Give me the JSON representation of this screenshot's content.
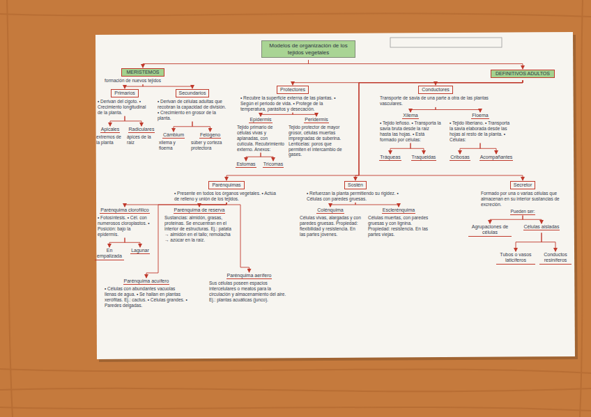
{
  "diagram": {
    "nodes": [
      {
        "text": [
          "Modelos de organización de los tejidos vegetales"
        ]
      },
      {
        "text": [
          "MERISTEMOS",
          "formación de nuevos tejidos"
        ]
      },
      {
        "text": [
          "DEFINITIVOS ADULTOS"
        ]
      },
      {
        "text": [
          "Primarios",
          "• Derivan del cigoto. • Crecimiento longitudinal de la planta."
        ]
      },
      {
        "text": [
          "Secundarios",
          "• Derivan de células adultas que recobran la capacidad de división. • Crecimiento en grosor de la planta."
        ]
      },
      {
        "text": [
          "Apicales",
          "extremos de la planta"
        ]
      },
      {
        "text": [
          "Radiculares",
          "ápices de la raíz"
        ]
      },
      {
        "text": [
          "Cámbium",
          "xilema y floema"
        ]
      },
      {
        "text": [
          "Felógeno",
          "súber y corteza protectora"
        ]
      },
      {
        "text": [
          "Protectores",
          "• Recubre la superficie externa de las plantas. • Según el periodo de vida. • Protege de la temperatura, parásitos y desecación."
        ]
      },
      {
        "text": [
          "Epidermis",
          "Tejido primario de células vivas y aplanadas, con cutícula. Recubrimiento externo. Anexos:"
        ]
      },
      {
        "text": [
          "Peridermis",
          "Tejido protector de mayor grosor, células muertas impregnadas de suberina. Lenticelas: poros que permiten el intercambio de gases."
        ]
      },
      {
        "text": [
          "Estomas"
        ]
      },
      {
        "text": [
          "Tricomas"
        ]
      },
      {
        "text": [
          "Conductores",
          "Transporte de savia de una parte a otra de las plantas vasculares."
        ]
      },
      {
        "text": [
          "Xilema",
          "• Tejido leñoso. • Transporta la savia bruta desde la raíz hasta las hojas. • Está formado por células:"
        ]
      },
      {
        "text": [
          "Floema",
          "• Tejido liberiano. • Transporta la savia elaborada desde las hojas al resto de la planta. • Células:"
        ]
      },
      {
        "text": [
          "Tráqueas"
        ]
      },
      {
        "text": [
          "Traqueidas"
        ]
      },
      {
        "text": [
          "Cribosas"
        ]
      },
      {
        "text": [
          "Acompañantes"
        ]
      },
      {
        "text": [
          "Parénquimas",
          "• Presente en todos los órganos vegetales. • Actúa de relleno y unión de los tejidos."
        ]
      },
      {
        "text": [
          "Parénquima clorofílico",
          "• Fotosíntesis. • Cél. con numerosos cloroplastos. • Posición: bajo la epidermis."
        ]
      },
      {
        "text": [
          "Parénquima de reserva",
          "Sustancias: almidón, grasas, proteínas. Se encuentran en el interior de estructuras. Ej.: patata → almidón en el tallo; remolacha → azúcar en la raíz."
        ]
      },
      {
        "text": [
          "Parénquima acuífero",
          "• Células con abundantes vacuolas llenas de agua. • Se hallan en plantas xerófitas. Ej.: cactus. • Células grandes. • Paredes delgadas."
        ]
      },
      {
        "text": [
          "Parénquima aerífero",
          "Sus células poseen espacios intercelulares o meatos para la circulación y almacenamiento del aire. Ej.: plantas acuáticas (junco)."
        ]
      },
      {
        "text": [
          "En empalizada"
        ]
      },
      {
        "text": [
          "Lagunar"
        ]
      },
      {
        "text": [
          "Sostén",
          "• Refuerzan la planta permitiendo su rigidez. • Células con paredes gruesas."
        ]
      },
      {
        "text": [
          "Colénquima",
          "Células vivas, alargadas y con paredes gruesas. Propiedad: flexibilidad y resistencia. En las partes jóvenes."
        ]
      },
      {
        "text": [
          "Esclerénquima",
          "Células muertas, con paredes gruesas y con lignina. Propiedad: resistencia. En las partes viejas."
        ]
      },
      {
        "text": [
          "Secretor",
          "Formado por una o varias células que almacenan en su interior sustancias de excreción.",
          "Pueden ser:"
        ]
      },
      {
        "text": [
          "Agrupaciones de células"
        ]
      },
      {
        "text": [
          "Células aisladas"
        ]
      },
      {
        "text": [
          "Tubos o vasos laticíferos"
        ]
      },
      {
        "text": [
          "Conductos resiníferos"
        ]
      }
    ],
    "edges": [
      {
        "from": 0,
        "to": 1,
        "arrow": "to"
      },
      {
        "from": 0,
        "to": 2,
        "arrow": "to"
      },
      {
        "from": 1,
        "to": 3,
        "arrow": "to"
      },
      {
        "from": 1,
        "to": 4,
        "arrow": "to"
      },
      {
        "from": 3,
        "to": 5,
        "arrow": "to"
      },
      {
        "from": 3,
        "to": 6,
        "arrow": "to"
      },
      {
        "from": 4,
        "to": 7,
        "arrow": "to"
      },
      {
        "from": 4,
        "to": 8,
        "arrow": "to"
      },
      {
        "from": 2,
        "to": 9,
        "arrow": "to"
      },
      {
        "from": 2,
        "to": 14,
        "arrow": "to"
      },
      {
        "from": 2,
        "to": 21,
        "arrow": "to"
      },
      {
        "from": 2,
        "to": 28,
        "arrow": "to"
      },
      {
        "from": 2,
        "to": 31,
        "arrow": "to"
      },
      {
        "from": 9,
        "to": 10,
        "arrow": "to"
      },
      {
        "from": 9,
        "to": 11,
        "arrow": "to"
      },
      {
        "from": 10,
        "to": 12,
        "arrow": "to"
      },
      {
        "from": 10,
        "to": 13,
        "arrow": "to"
      },
      {
        "from": 14,
        "to": 15,
        "arrow": "to"
      },
      {
        "from": 14,
        "to": 16,
        "arrow": "to"
      },
      {
        "from": 15,
        "to": 17,
        "arrow": "to"
      },
      {
        "from": 15,
        "to": 18,
        "arrow": "to"
      },
      {
        "from": 16,
        "to": 19,
        "arrow": "to"
      },
      {
        "from": 16,
        "to": 20,
        "arrow": "to"
      },
      {
        "from": 21,
        "to": 22,
        "arrow": "to"
      },
      {
        "from": 21,
        "to": 23,
        "arrow": "to"
      },
      {
        "from": 21,
        "to": 24,
        "arrow": "to"
      },
      {
        "from": 21,
        "to": 25,
        "arrow": "to"
      },
      {
        "from": 22,
        "to": 26,
        "arrow": "to"
      },
      {
        "from": 22,
        "to": 27,
        "arrow": "to"
      },
      {
        "from": 28,
        "to": 29,
        "arrow": "to"
      },
      {
        "from": 28,
        "to": 30,
        "arrow": "to"
      },
      {
        "from": 31,
        "to": 32,
        "arrow": "to"
      },
      {
        "from": 31,
        "to": 33,
        "arrow": "to"
      },
      {
        "from": 33,
        "to": 34,
        "arrow": "to"
      },
      {
        "from": 33,
        "to": 35,
        "arrow": "to"
      }
    ]
  }
}
